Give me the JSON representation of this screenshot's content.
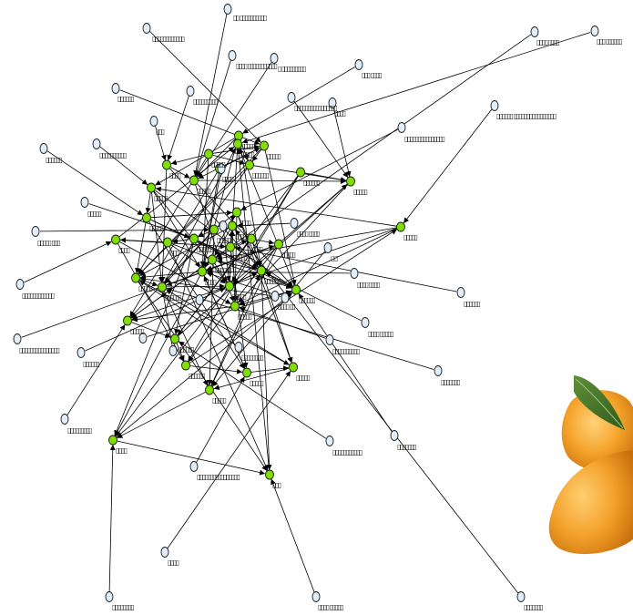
{
  "graph": {
    "node_colors": {
      "green": "#7fe000",
      "blue": "#dfeefa",
      "stroke": "#1a1a1a",
      "edge": "#000000"
    },
    "nodes": [
      {
        "id": "n0",
        "color": "green",
        "label": "▯▯▯▯"
      },
      {
        "id": "n1",
        "color": "green",
        "label": "▯▯▯▯▯"
      },
      {
        "id": "n2",
        "color": "green",
        "label": "▯▯▯▯▯"
      },
      {
        "id": "n3",
        "color": "green",
        "label": "▯▯▯▯▯"
      },
      {
        "id": "n4",
        "color": "green",
        "label": "▯▯▯▯▯▯"
      },
      {
        "id": "n5",
        "color": "green",
        "label": "▯▯▯▯▯▯"
      },
      {
        "id": "n6",
        "color": "green",
        "label": "▯▯▯▯"
      },
      {
        "id": "n7",
        "color": "green",
        "label": "▯▯▯▯▯"
      },
      {
        "id": "n8",
        "color": "green",
        "label": "▯▯▯▯▯"
      },
      {
        "id": "n9",
        "color": "green",
        "label": "▯▯▯▯▯"
      },
      {
        "id": "n10",
        "color": "green",
        "label": "▯▯▯▯▯"
      },
      {
        "id": "n11",
        "color": "green",
        "label": "▯▯▯▯▯"
      },
      {
        "id": "n12",
        "color": "green",
        "label": "▯▯▯▯"
      },
      {
        "id": "n13",
        "color": "green",
        "label": "▯▯▯▯▯"
      },
      {
        "id": "n14",
        "color": "green",
        "label": "▯▯▯▯▯▯"
      },
      {
        "id": "n15",
        "color": "green",
        "label": "▯▯▯"
      },
      {
        "id": "n16",
        "color": "green",
        "label": "▯▯▯▯"
      },
      {
        "id": "n17",
        "color": "green",
        "label": "▯▯▯▯▯"
      },
      {
        "id": "n18",
        "color": "green",
        "label": "▯▯▯"
      },
      {
        "id": "n19",
        "color": "green",
        "label": "▯▯▯▯▯"
      },
      {
        "id": "n20",
        "color": "green",
        "label": "▯▯▯▯"
      },
      {
        "id": "n21",
        "color": "green",
        "label": "▯▯▯▯▯"
      },
      {
        "id": "n22",
        "color": "green",
        "label": "▯▯▯▯▯▯"
      },
      {
        "id": "n23",
        "color": "green",
        "label": "▯▯▯▯▯"
      },
      {
        "id": "n24",
        "color": "green",
        "label": "▯▯▯▯▯▯"
      },
      {
        "id": "n25",
        "color": "green",
        "label": "▯▯▯▯▯▯"
      },
      {
        "id": "n26",
        "color": "green",
        "label": "▯▯▯▯▯"
      },
      {
        "id": "n27",
        "color": "green",
        "label": "▯▯▯▯▯"
      },
      {
        "id": "n28",
        "color": "green",
        "label": "▯▯▯▯▯▯"
      },
      {
        "id": "n29",
        "color": "green",
        "label": "▯▯▯▯▯▯"
      },
      {
        "id": "n30",
        "color": "green",
        "label": "▯▯▯▯▯"
      },
      {
        "id": "n31",
        "color": "green",
        "label": "▯▯▯▯▯"
      },
      {
        "id": "n32",
        "color": "green",
        "label": "▯▯▯▯▯"
      },
      {
        "id": "n33",
        "color": "green",
        "label": "▯▯▯▯"
      },
      {
        "id": "n34",
        "color": "green",
        "label": "▯▯▯"
      },
      {
        "id": "n35",
        "color": "green",
        "label": "▯▯▯▯▯"
      },
      {
        "id": "n36",
        "color": "green",
        "label": "▯▯▯▯▯"
      },
      {
        "id": "n37",
        "color": "green",
        "label": "▯▯▯▯▯▯"
      },
      {
        "id": "b0",
        "color": "blue",
        "label": "▯▯ ▯▯▯▯▯▯▯▯▯▯"
      },
      {
        "id": "b1",
        "color": "blue",
        "label": "▯▯▯▯▯▯▯▯▯▯▯▯"
      },
      {
        "id": "b2",
        "color": "blue",
        "label": "▯▯▯▯▯▯"
      },
      {
        "id": "b3",
        "color": "blue",
        "label": "▯▯▯▯ ▯▯▯▯▯▯▯▯▯▯▯"
      },
      {
        "id": "b4",
        "color": "blue",
        "label": "▯ ▯▯▯▯▯▯▯▯▯"
      },
      {
        "id": "b5",
        "color": "blue",
        "label": "▯▯▯ ▯▯▯▯"
      },
      {
        "id": "b6",
        "color": "blue",
        "label": "▯▯▯▯▯▯▯▯▯"
      },
      {
        "id": "b7",
        "color": "blue",
        "label": "▯▯▯▯▯▯▯▯▯▯▯▯▯▯▯▯"
      },
      {
        "id": "b8",
        "color": "blue",
        "label": "▯▯▯▯"
      },
      {
        "id": "b9",
        "color": "blue",
        "label": "▯▯▯"
      },
      {
        "id": "b10",
        "color": "blue",
        "label": "▯▯▯▯▯▯▯▯▯▯▯▯▯▯▯"
      },
      {
        "id": "b11",
        "color": "blue",
        "label": "▯▯▯▯▯▯ ▯▯▯▯▯▯▯▯▯▯▯▯▯▯▯▯"
      },
      {
        "id": "b12",
        "color": "blue",
        "label": "▯▯▯▯▯▯"
      },
      {
        "id": "b13",
        "color": "blue",
        "label": "▯▯▯▯▯▯▯▯▯▯"
      },
      {
        "id": "b14",
        "color": "blue",
        "label": "▯▯▯▯▯"
      },
      {
        "id": "b15",
        "color": "blue",
        "label": "▯▯▯▯▯ ▯▯▯"
      },
      {
        "id": "b16",
        "color": "blue",
        "label": "▯▯▯▯▯▯▯▯▯▯▯▯"
      },
      {
        "id": "b17",
        "color": "blue",
        "label": "▯▯▯▯ ▯▯▯▯"
      },
      {
        "id": "b18",
        "color": "blue",
        "label": "▯▯▯▯▯▯"
      },
      {
        "id": "b19",
        "color": "blue",
        "label": "▯▯▯▯▯▯▯▯▯▯▯▯▯▯▯"
      },
      {
        "id": "b20",
        "color": "blue",
        "label": "▯▯▯▯ ▯▯▯▯▯"
      },
      {
        "id": "b21",
        "color": "blue",
        "label": "▯▯▯▯▯▯"
      },
      {
        "id": "b22",
        "color": "blue",
        "label": "▯▯▯▯▯▯▯▯▯▯"
      },
      {
        "id": "b23",
        "color": "blue",
        "label": "▯▯▯▯▯▯▯"
      },
      {
        "id": "b24",
        "color": "blue",
        "label": "▯▯▯▯▯▯▯▯▯"
      },
      {
        "id": "b25",
        "color": "blue",
        "label": "▯▯▯▯▯▯▯"
      },
      {
        "id": "b26",
        "color": "blue",
        "label": "▯▯▯▯▯▯▯▯▯▯▯"
      },
      {
        "id": "b27",
        "color": "blue",
        "label": "▯▯▯▯▯▯▯▯▯▯▯▯▯▯▯▯"
      },
      {
        "id": "b28",
        "color": "blue",
        "label": "▯▯▯▯"
      },
      {
        "id": "b29",
        "color": "blue",
        "label": "▯▯▯▯▯▯▯▯"
      },
      {
        "id": "b30",
        "color": "blue",
        "label": "▯▯▯▯ ▯▯▯▯▯"
      },
      {
        "id": "b31",
        "color": "blue",
        "label": "▯▯▯▯▯▯▯"
      },
      {
        "id": "b32",
        "color": "blue",
        "label": "▯▯▯▯ ▯▯▯▯"
      },
      {
        "id": "b33",
        "color": "blue",
        "label": "▯▯▯ ▯▯▯▯▯▯"
      },
      {
        "id": "b34",
        "color": "blue",
        "label": "▯ ▯"
      },
      {
        "id": "b35",
        "color": "blue",
        "label": "▯▯▯▯ ▯▯▯▯"
      },
      {
        "id": "b36",
        "color": "blue",
        "label": "▯▯▯▯ ▯▯"
      },
      {
        "id": "b37",
        "color": "blue",
        "label": "▯▯▯▯▯▯▯▯"
      },
      {
        "id": "b38",
        "color": "blue",
        "label": ""
      },
      {
        "id": "b39",
        "color": "blue",
        "label": ""
      },
      {
        "id": "b40",
        "color": "blue",
        "label": ""
      },
      {
        "id": "b41",
        "color": "blue",
        "label": ""
      },
      {
        "id": "b42",
        "color": "blue",
        "label": ""
      },
      {
        "id": "b43",
        "color": "blue",
        "label": ""
      }
    ],
    "edges": [
      [
        "n0",
        "n3"
      ],
      [
        "n1",
        "n3"
      ],
      [
        "n1",
        "n4"
      ],
      [
        "n1",
        "n6"
      ],
      [
        "n2",
        "n4"
      ],
      [
        "n2",
        "n7"
      ],
      [
        "n3",
        "n4"
      ],
      [
        "n3",
        "n7"
      ],
      [
        "n4",
        "n8"
      ],
      [
        "n5",
        "n8"
      ],
      [
        "n6",
        "n7"
      ],
      [
        "n7",
        "n8"
      ],
      [
        "n9",
        "n10"
      ],
      [
        "n10",
        "n11"
      ],
      [
        "n11",
        "n12"
      ],
      [
        "n12",
        "n13"
      ],
      [
        "n13",
        "n14"
      ],
      [
        "n14",
        "n15"
      ],
      [
        "n15",
        "n16"
      ],
      [
        "n16",
        "n17"
      ],
      [
        "n17",
        "n18"
      ],
      [
        "n18",
        "n19"
      ],
      [
        "n19",
        "n20"
      ],
      [
        "n20",
        "n21"
      ],
      [
        "n21",
        "n22"
      ],
      [
        "n22",
        "n23"
      ],
      [
        "n23",
        "n24"
      ],
      [
        "n24",
        "n25"
      ],
      [
        "n25",
        "n26"
      ],
      [
        "n26",
        "n27"
      ],
      [
        "n27",
        "n28"
      ],
      [
        "n28",
        "n29"
      ],
      [
        "n29",
        "n30"
      ],
      [
        "n30",
        "n31"
      ],
      [
        "n31",
        "n32"
      ],
      [
        "n32",
        "n33"
      ],
      [
        "n33",
        "n34"
      ],
      [
        "n34",
        "n35"
      ],
      [
        "n35",
        "n36"
      ],
      [
        "n36",
        "n37"
      ],
      [
        "n10",
        "n20"
      ],
      [
        "n10",
        "n22"
      ],
      [
        "n10",
        "n25"
      ],
      [
        "n11",
        "n21"
      ],
      [
        "n11",
        "n24"
      ],
      [
        "n12",
        "n20"
      ],
      [
        "n12",
        "n26"
      ],
      [
        "n13",
        "n22"
      ],
      [
        "n13",
        "n27"
      ],
      [
        "n14",
        "n24"
      ],
      [
        "n14",
        "n28"
      ],
      [
        "n15",
        "n25"
      ],
      [
        "n15",
        "n23"
      ],
      [
        "n16",
        "n26"
      ],
      [
        "n16",
        "n29"
      ],
      [
        "n17",
        "n27"
      ],
      [
        "n17",
        "n30"
      ],
      [
        "n18",
        "n28"
      ],
      [
        "n18",
        "n31"
      ],
      [
        "n19",
        "n29"
      ],
      [
        "n19",
        "n32"
      ],
      [
        "n20",
        "n30"
      ],
      [
        "n20",
        "n33"
      ],
      [
        "n21",
        "n31"
      ],
      [
        "n21",
        "n34"
      ],
      [
        "n22",
        "n32"
      ],
      [
        "n22",
        "n35"
      ],
      [
        "n23",
        "n33"
      ],
      [
        "n23",
        "n36"
      ],
      [
        "n24",
        "n34"
      ],
      [
        "n24",
        "n37"
      ],
      [
        "n25",
        "n35"
      ],
      [
        "n26",
        "n36"
      ],
      [
        "n27",
        "n37"
      ],
      [
        "n2",
        "n10"
      ],
      [
        "n2",
        "n20"
      ],
      [
        "n3",
        "n21"
      ],
      [
        "n4",
        "n22"
      ],
      [
        "n5",
        "n23"
      ],
      [
        "n6",
        "n24"
      ],
      [
        "n7",
        "n25"
      ],
      [
        "n8",
        "n26"
      ],
      [
        "n9",
        "n27"
      ],
      [
        "n0",
        "n20"
      ],
      [
        "n1",
        "n21"
      ],
      [
        "n28",
        "n8"
      ],
      [
        "n29",
        "n9"
      ],
      [
        "n30",
        "n20"
      ],
      [
        "n31",
        "n22"
      ],
      [
        "n32",
        "n24"
      ],
      [
        "n33",
        "n25"
      ],
      [
        "n36",
        "n21"
      ],
      [
        "n37",
        "n23"
      ],
      [
        "b0",
        "n7"
      ],
      [
        "b1",
        "n3"
      ],
      [
        "b2",
        "n3"
      ],
      [
        "b3",
        "n7"
      ],
      [
        "b4",
        "n7"
      ],
      [
        "b5",
        "n2"
      ],
      [
        "b6",
        "n6"
      ],
      [
        "b7",
        "n8"
      ],
      [
        "b8",
        "n8"
      ],
      [
        "b9",
        "n6"
      ],
      [
        "b10",
        "n12"
      ],
      [
        "b11",
        "n9"
      ],
      [
        "b12",
        "n11"
      ],
      [
        "b13",
        "n10"
      ],
      [
        "b14",
        "n14"
      ],
      [
        "b15",
        "n13"
      ],
      [
        "b16",
        "n16"
      ],
      [
        "b17",
        "n20"
      ],
      [
        "b18",
        "n17"
      ],
      [
        "b19",
        "n19"
      ],
      [
        "b20",
        "n24"
      ],
      [
        "b21",
        "n23"
      ],
      [
        "b22",
        "n26"
      ],
      [
        "b23",
        "n22"
      ],
      [
        "b24",
        "n27"
      ],
      [
        "b25",
        "n25"
      ],
      [
        "b26",
        "n28"
      ],
      [
        "b27",
        "n30"
      ],
      [
        "b28",
        "n31"
      ],
      [
        "b29",
        "n33"
      ],
      [
        "b30",
        "n34"
      ],
      [
        "b31",
        "n36"
      ],
      [
        "b32",
        "n37"
      ],
      [
        "b33",
        "n35"
      ],
      [
        "b34",
        "n32"
      ],
      [
        "b35",
        "n36"
      ],
      [
        "b36",
        "n21"
      ],
      [
        "b37",
        "n21"
      ],
      [
        "b38",
        "n20"
      ],
      [
        "b39",
        "n24"
      ],
      [
        "b40",
        "n25"
      ],
      [
        "b41",
        "n22"
      ],
      [
        "b42",
        "n23"
      ],
      [
        "b43",
        "n20"
      ],
      [
        "n5",
        "n29"
      ],
      [
        "n9",
        "n37"
      ],
      [
        "n1",
        "n20"
      ],
      [
        "n4",
        "n21"
      ],
      [
        "n6",
        "n22"
      ],
      [
        "n8",
        "n23"
      ],
      [
        "n2",
        "n24"
      ],
      [
        "n3",
        "n25"
      ],
      [
        "n7",
        "n26"
      ],
      [
        "n0",
        "n27"
      ],
      [
        "n5",
        "n28"
      ],
      [
        "n9",
        "n26"
      ],
      [
        "n11",
        "n30"
      ],
      [
        "n12",
        "n31"
      ],
      [
        "n13",
        "n32"
      ],
      [
        "n14",
        "n33"
      ],
      [
        "n15",
        "n34"
      ],
      [
        "n16",
        "n35"
      ],
      [
        "n17",
        "n36"
      ],
      [
        "n18",
        "n37"
      ],
      [
        "n19",
        "n22"
      ],
      [
        "n10",
        "n23"
      ],
      [
        "n11",
        "n25"
      ],
      [
        "n12",
        "n24"
      ]
    ]
  },
  "image": {
    "subject": "mango-icon"
  }
}
